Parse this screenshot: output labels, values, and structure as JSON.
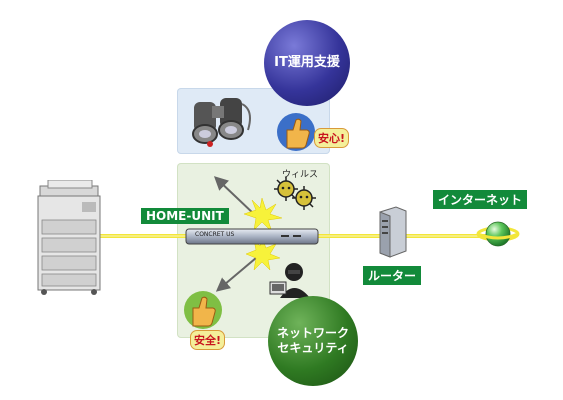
{
  "labels": {
    "it_support": "IT運用支援",
    "network_security_line1": "ネットワーク",
    "network_security_line2": "セキュリティ",
    "home_unit": "HOME-UNIT",
    "internet": "インターネット",
    "router": "ルーター",
    "virus": "ウィルス",
    "anshin": "安心!",
    "anzen": "安全!",
    "device_brand": "CONCRET US"
  },
  "colors": {
    "label_green": "#128a3a",
    "cable_yellow": "#f2e63a",
    "it_circle": "#35349a",
    "security_circle": "#2f7a22",
    "panel_blue": "#dfeaf6",
    "panel_green": "#e9f1e1"
  },
  "icons": [
    "printer-icon",
    "router-icon",
    "globe-icon",
    "binoculars-icon",
    "thumbs-up-icon",
    "virus-icon",
    "hacker-icon",
    "home-unit-device-icon",
    "flash-icon",
    "arrow-icon"
  ]
}
